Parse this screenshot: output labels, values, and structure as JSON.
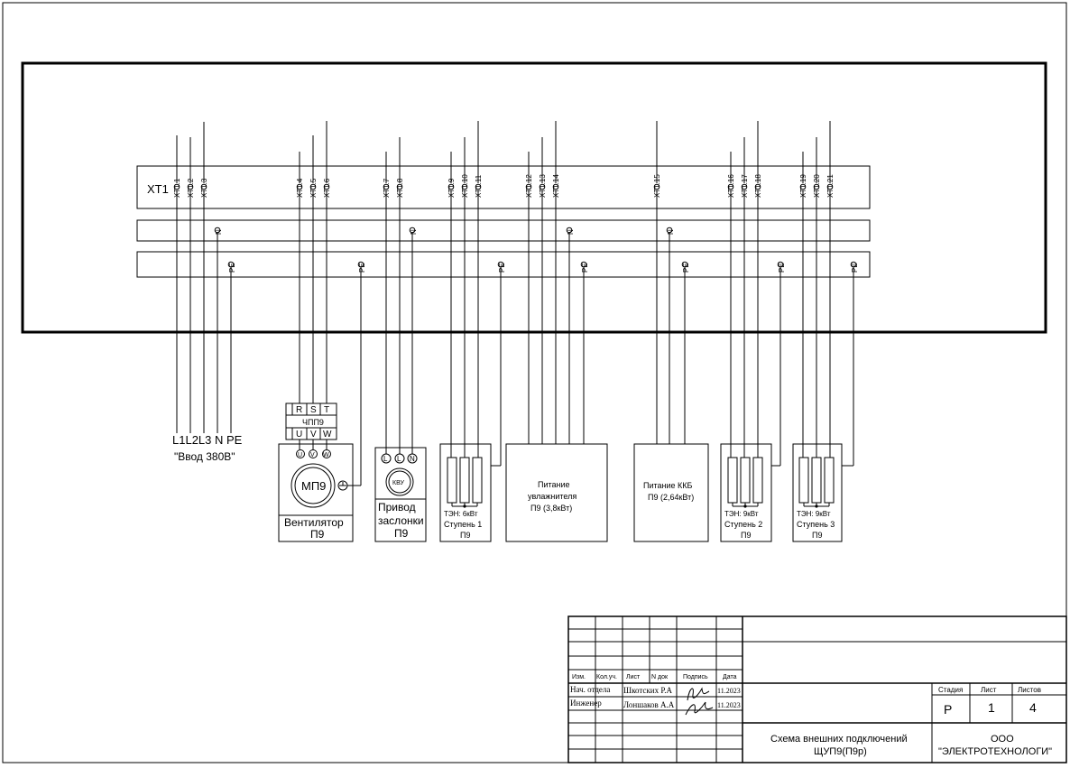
{
  "terminal_block": {
    "title": "XT1",
    "terminals": [
      "XT1.1",
      "XT1.2",
      "XT1.3",
      "XT1.4",
      "XT1.5",
      "XT1.6",
      "XT1.7",
      "XT1.8",
      "XT1.9",
      "XT1.10",
      "XT1.11",
      "XT1.12",
      "XT1.13",
      "XT1.14",
      "XT1.15",
      "XT1.16",
      "XT1.17",
      "XT1.18",
      "XT1.19",
      "XT1.20",
      "XT1.21"
    ],
    "n_label": "N",
    "pe_label": "PE"
  },
  "input": {
    "phases": "L1L2L3 N PE",
    "name": "\"Ввод 380В\""
  },
  "inverter": {
    "in_terminals": [
      "R",
      "S",
      "T"
    ],
    "name": "ЧПП9",
    "out_terminals": [
      "U",
      "V",
      "W"
    ]
  },
  "fan": {
    "motor_label": "МП9",
    "terminals": [
      "U",
      "V",
      "W"
    ],
    "caption_line1": "Вентилятор",
    "caption_line2": "П9"
  },
  "damper": {
    "terminals": [
      "L",
      "L",
      "N"
    ],
    "motor_label": "КВУ",
    "caption_line1": "Привод",
    "caption_line2": "заслонки",
    "caption_line3": "П9"
  },
  "heater1": {
    "line1": "ТЭН: 6кВт",
    "line2": "Ступень 1",
    "line3": "П9"
  },
  "humidifier": {
    "line1": "Питание",
    "line2": "увлажнителя",
    "line3": "П9 (3,8кВт)"
  },
  "kkb": {
    "line1": "Питание ККБ",
    "line2": "П9 (2,64кВт)"
  },
  "heater2": {
    "line1": "ТЭН: 9кВт",
    "line2": "Ступень 2",
    "line3": "П9"
  },
  "heater3": {
    "line1": "ТЭН: 9кВт",
    "line2": "Ступень 3",
    "line3": "П9"
  },
  "title_block": {
    "col_headers": [
      "Изм.",
      "Кол.уч.",
      "Лист",
      "N док",
      "Подпись",
      "Дата"
    ],
    "rows": [
      {
        "role": "Нач. отдела",
        "name": "Шкотских Р.А",
        "date": "11.2023"
      },
      {
        "role": "Инженер",
        "name": "Лоншаков А.А",
        "date": "11.2023"
      }
    ],
    "stage_header": "Стадия",
    "sheet_header": "Лист",
    "sheets_header": "Листов",
    "stage": "Р",
    "sheet": "1",
    "sheets": "4",
    "doc_title_line1": "Схема внешних подключений",
    "doc_title_line2": "ЩУП9(П9р)",
    "company_line1": "ООО",
    "company_line2": "\"ЭЛЕКТРОТЕХНОЛОГИ\""
  }
}
